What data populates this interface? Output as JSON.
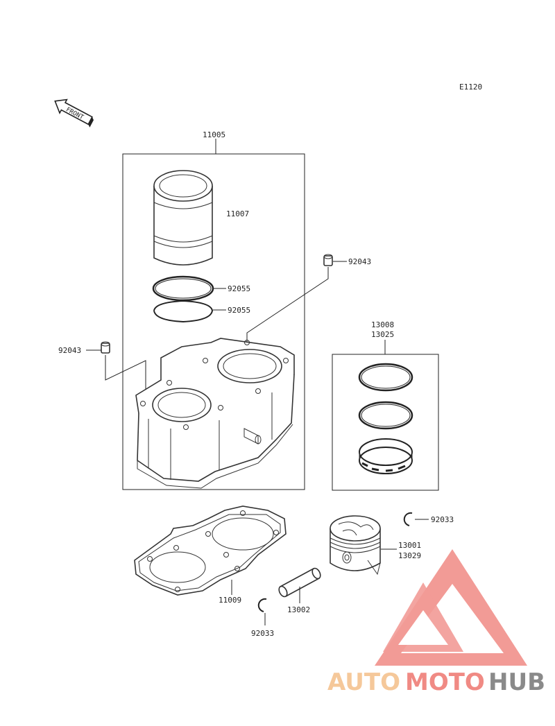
{
  "diagram_code": "E1120",
  "front_label": "FRONT",
  "parts": {
    "cylinder_assembly": "11005",
    "cylinder_sleeve": "11007",
    "seal_ring_upper": "92055",
    "seal_ring_lower": "92055",
    "dowel_pin_right": "92043",
    "dowel_pin_left": "92043",
    "piston_ring_set_a": "13008",
    "piston_ring_set_b": "13025",
    "base_gasket": "11009",
    "piston_pin": "13002",
    "snap_ring_left": "92033",
    "snap_ring_right": "92033",
    "piston_a": "13001",
    "piston_b": "13029"
  },
  "watermark": {
    "part1": "AUTO",
    "part2": "MOTO",
    "part3": "HUB",
    "colors": {
      "auto": "#f5c89a",
      "moto": "#f08a84",
      "hub": "#8a8a8a",
      "logo": "#f08a84"
    }
  }
}
